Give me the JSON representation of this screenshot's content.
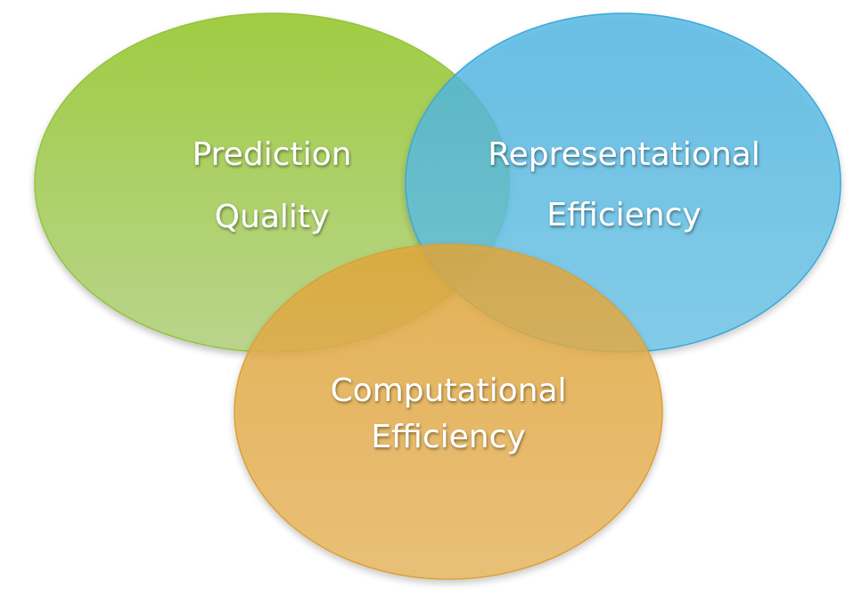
{
  "diagram": {
    "circles": [
      {
        "id": "prediction-quality",
        "lines": [
          "Prediction",
          "Quality"
        ],
        "color_top": "#9ccb3b",
        "color_bottom": "#b3d27a",
        "edge": "#8fbf32"
      },
      {
        "id": "representational-efficiency",
        "lines": [
          "Representational",
          "Efficiency"
        ],
        "color_top": "#4cb5e3",
        "color_bottom": "#63c2e6",
        "edge": "#3aa8d9"
      },
      {
        "id": "computational-efficiency",
        "lines": [
          "Computational",
          "Efficiency"
        ],
        "color_top": "#e4a83a",
        "color_bottom": "#e8b65b",
        "edge": "#d99a2c"
      }
    ]
  }
}
